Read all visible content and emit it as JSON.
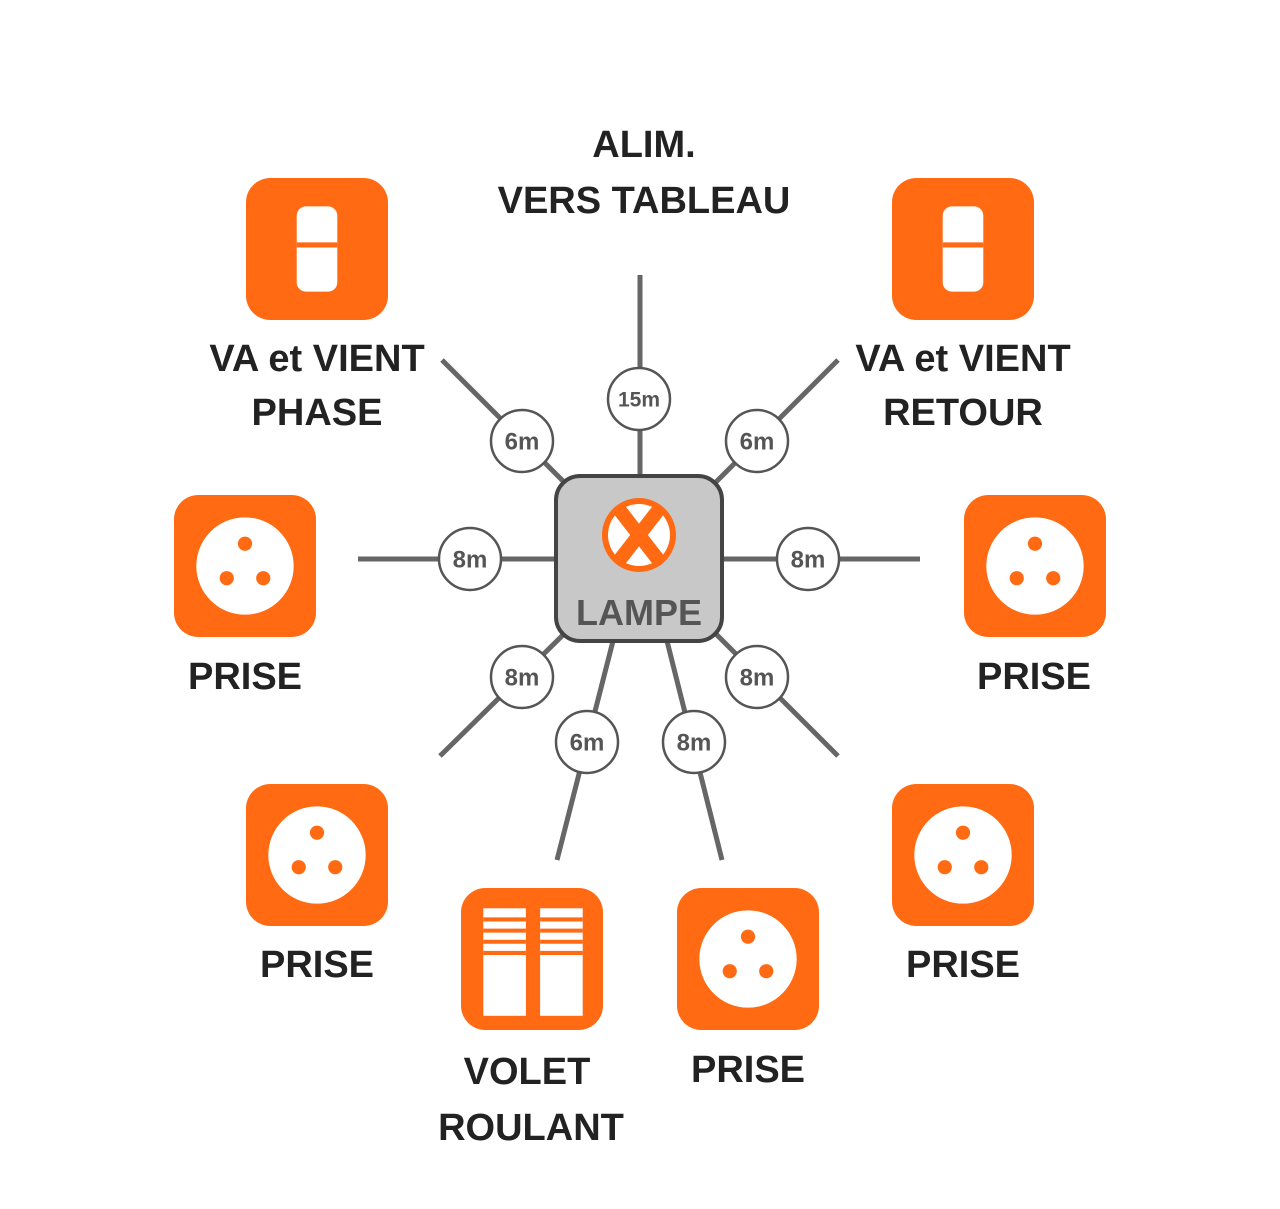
{
  "colors": {
    "accent": "#ff6a13",
    "wire": "#666666",
    "hub_fill": "#c8c8c8",
    "hub_border": "#444444",
    "label": "#222222"
  },
  "hub": {
    "label": "LAMPE",
    "icon": "light-point-x-icon"
  },
  "alim": {
    "line1": "ALIM.",
    "line2": "VERS TABLEAU",
    "length": "15m"
  },
  "nodes": [
    {
      "id": "va-phase",
      "icon": "switch-icon",
      "label1": "VA et VIENT",
      "label2": "PHASE",
      "length": "6m"
    },
    {
      "id": "va-retour",
      "icon": "switch-icon",
      "label1": "VA et VIENT",
      "label2": "RETOUR",
      "length": "6m"
    },
    {
      "id": "prise-left",
      "icon": "socket-icon",
      "label1": "PRISE",
      "label2": "",
      "length": "8m"
    },
    {
      "id": "prise-right",
      "icon": "socket-icon",
      "label1": "PRISE",
      "label2": "",
      "length": "8m"
    },
    {
      "id": "prise-bottom-left",
      "icon": "socket-icon",
      "label1": "PRISE",
      "label2": "",
      "length": "8m"
    },
    {
      "id": "prise-bottom-right",
      "icon": "socket-icon",
      "label1": "PRISE",
      "label2": "",
      "length": "8m"
    },
    {
      "id": "volet-roulant",
      "icon": "shutter-icon",
      "label1": "VOLET",
      "label2": "ROULANT",
      "length": "6m"
    },
    {
      "id": "prise-bottom",
      "icon": "socket-icon",
      "label1": "PRISE",
      "label2": "",
      "length": "8m"
    }
  ]
}
